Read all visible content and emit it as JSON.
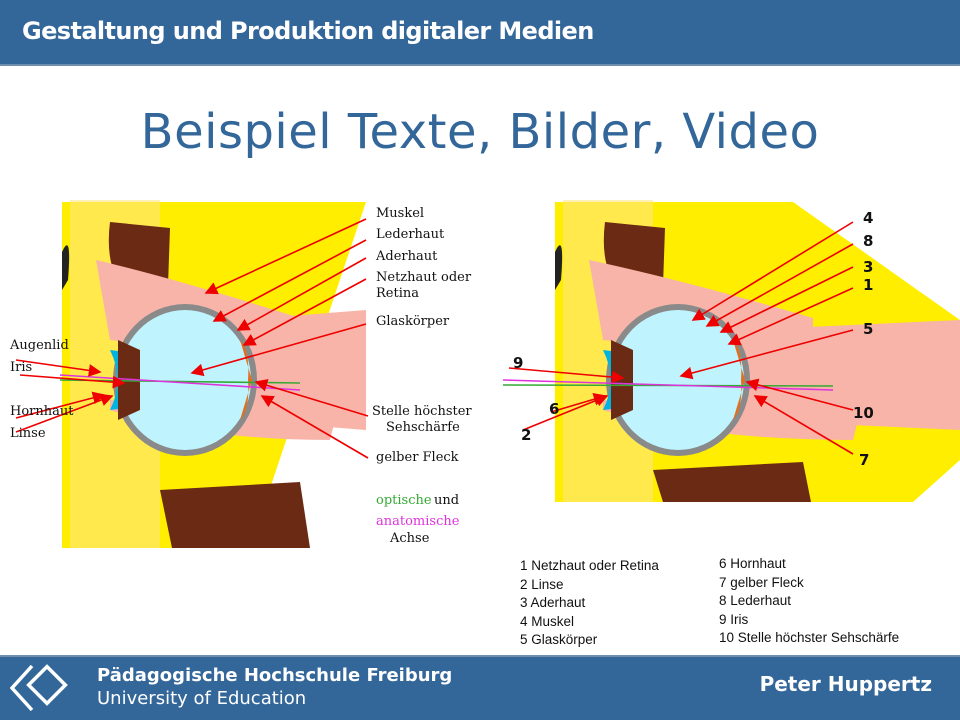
{
  "header": {
    "title": "Gestaltung und Produktion digitaler Medien"
  },
  "slide": {
    "title": "Beispiel Texte, Bilder, Video"
  },
  "left_diagram": {
    "labels": {
      "muskel": "Muskel",
      "lederhaut": "Lederhaut",
      "aderhaut": "Aderhaut",
      "netzhaut_1": "Netzhaut oder",
      "netzhaut_2": "Retina",
      "glaskoerper": "Glaskörper",
      "augenlid": "Augenlid",
      "iris": "Iris",
      "hornhaut": "Hornhaut",
      "linse": "Linse",
      "stelle_1": "Stelle höchster",
      "stelle_2": "Sehschärfe",
      "gelber_fleck": "gelber Fleck",
      "optische": "optische",
      "und": "und",
      "anatomische": "anatomische",
      "achse": "Achse"
    },
    "colors": {
      "optische": "#33aa33",
      "anatomische": "#dd33dd"
    }
  },
  "right_diagram": {
    "numbers": {
      "n4": "4",
      "n8": "8",
      "n3": "3",
      "n1": "1",
      "n5": "5",
      "n9": "9",
      "n6": "6",
      "n2": "2",
      "n10": "10",
      "n7": "7"
    }
  },
  "legend": {
    "col1": [
      "1 Netzhaut oder Retina",
      "2 Linse",
      "3 Aderhaut",
      "4 Muskel",
      "5 Glaskörper"
    ],
    "col2": [
      "6 Hornhaut",
      "7 gelber Fleck",
      "8 Lederhaut",
      "9 Iris",
      "10 Stelle höchster Sehschärfe"
    ]
  },
  "footer": {
    "institution": "Pädagogische Hochschule Freiburg",
    "subtitle": "University of Education",
    "author": "Peter Huppertz"
  },
  "colors": {
    "brand": "#336699",
    "skin": "#ffee00",
    "tissue": "#f8b4a8",
    "bone": "#6b2a14",
    "vitreous": "#bff4ff",
    "arrow": "#ee0000"
  }
}
